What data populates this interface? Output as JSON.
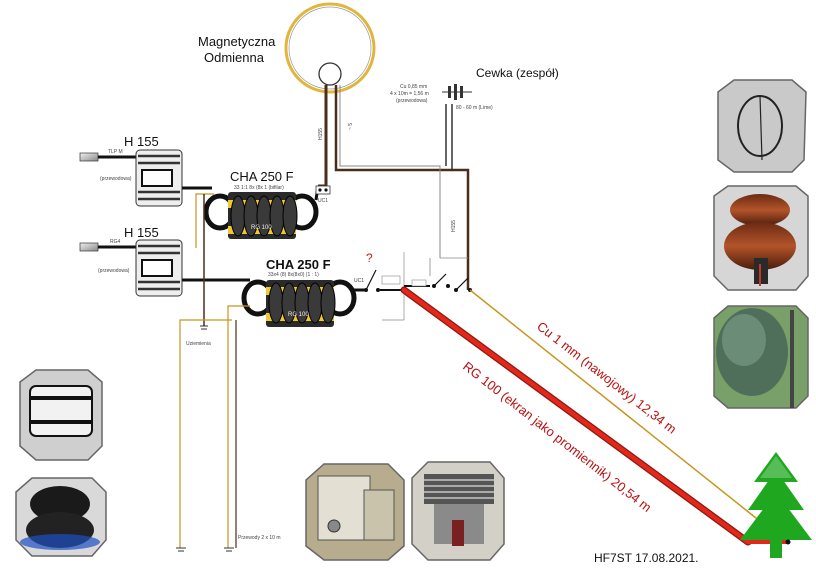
{
  "loop_title_line1": "Magnetyczna",
  "loop_title_line2": "Odmienna",
  "coil_group_title": "Cewka (zespół)",
  "coil_spec_line1": "Cu 0,85 mm",
  "coil_spec_line2": "4 x 10m = 1,56 m",
  "coil_spec_line3": "(przewodowa)",
  "coil_band_note": "80 - 60 m (Lime)",
  "top_feed_label_a": "H155",
  "top_feed_label_b": "~ 5",
  "upper_h155_title": "H 155",
  "upper_connector_label": "TLP M",
  "upper_box_label": "(przewodowa)",
  "upper_choke_title": "CHA 250 F",
  "upper_choke_spec": "33 1:1 8x (8x 1 (bifilar)",
  "upper_choke_core_label": "RG 100",
  "uc1_top_label": "UC1",
  "lower_h155_title": "H 155",
  "lower_connector_label": "RG4",
  "lower_box_label": "(przewodowa)",
  "lower_choke_title": "CHA 250 F",
  "lower_choke_spec": "33x4 (8) 8x(8x0) (1 : 1)",
  "lower_choke_core_label": "RG 100",
  "uc1_bottom_label": "UC1",
  "question_mark": "?",
  "vertical_h155_label": "H155",
  "ground_label": "Uziemienia",
  "ground_wire_note": "Przewody 2 x 10 m",
  "wire_cu_label": "Cu 1 mm (nawojowy) 12,34 m",
  "wire_rg_label": "RG 100 (ekran jako promiennik) 20,54 m",
  "signature": "HF7ST 17.08.2021.",
  "colors": {
    "wire_brown": "#4a2e1a",
    "wire_red": "#d21a10",
    "wire_gold": "#c8961e",
    "tree_green": "#1fa81f",
    "loop_gold": "#e3b53a"
  }
}
